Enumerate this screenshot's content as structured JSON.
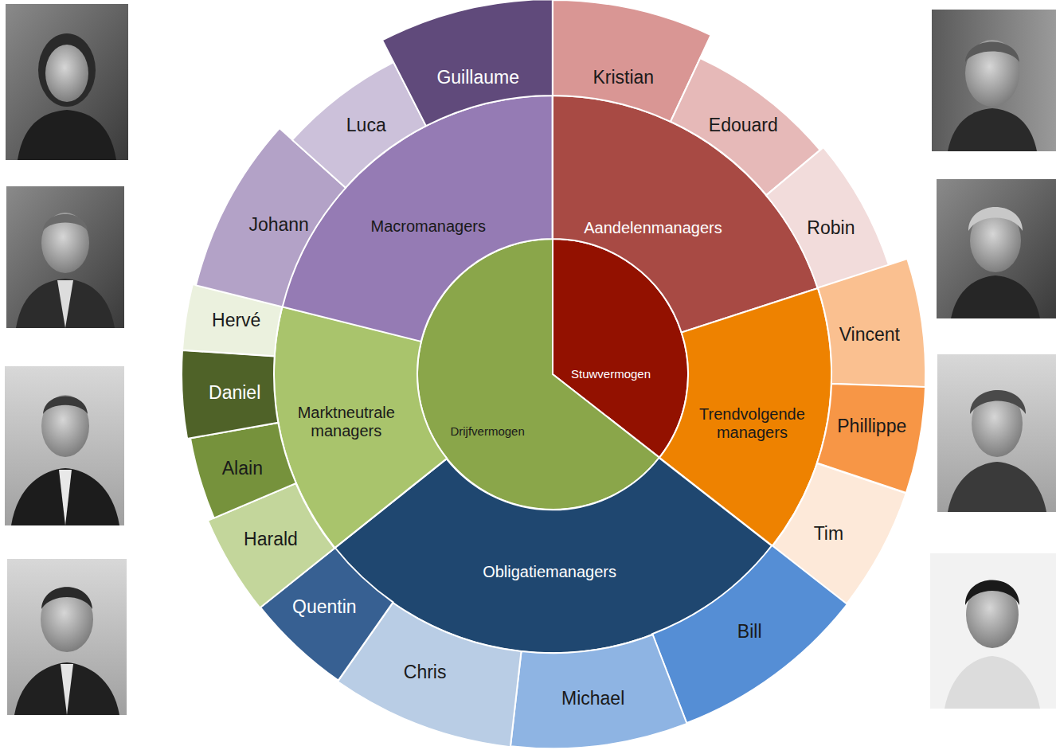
{
  "diagram": {
    "nodes": [
      {
        "text": [
          "Stuwvermogen"
        ]
      },
      {
        "text": [
          "Drijfvermogen"
        ]
      },
      {
        "text": [
          "Aandelenmanagers"
        ]
      },
      {
        "text": [
          "Trendvolgende managers"
        ]
      },
      {
        "text": [
          "Obligatiemanagers"
        ]
      },
      {
        "text": [
          "Marktneutrale managers"
        ]
      },
      {
        "text": [
          "Macromanagers"
        ]
      },
      {
        "text": [
          "Kristian"
        ]
      },
      {
        "text": [
          "Edouard"
        ]
      },
      {
        "text": [
          "Robin"
        ]
      },
      {
        "text": [
          "Vincent"
        ]
      },
      {
        "text": [
          "Phillippe"
        ]
      },
      {
        "text": [
          "Tim"
        ]
      },
      {
        "text": [
          "Bill"
        ]
      },
      {
        "text": [
          "Michael"
        ]
      },
      {
        "text": [
          "Chris"
        ]
      },
      {
        "text": [
          "Quentin"
        ]
      },
      {
        "text": [
          "Harald"
        ]
      },
      {
        "text": [
          "Alain"
        ]
      },
      {
        "text": [
          "Daniel"
        ]
      },
      {
        "text": [
          "Hervé"
        ]
      },
      {
        "text": [
          "Johann"
        ]
      },
      {
        "text": [
          "Luca"
        ]
      },
      {
        "text": [
          "Guillaume"
        ]
      }
    ]
  }
}
